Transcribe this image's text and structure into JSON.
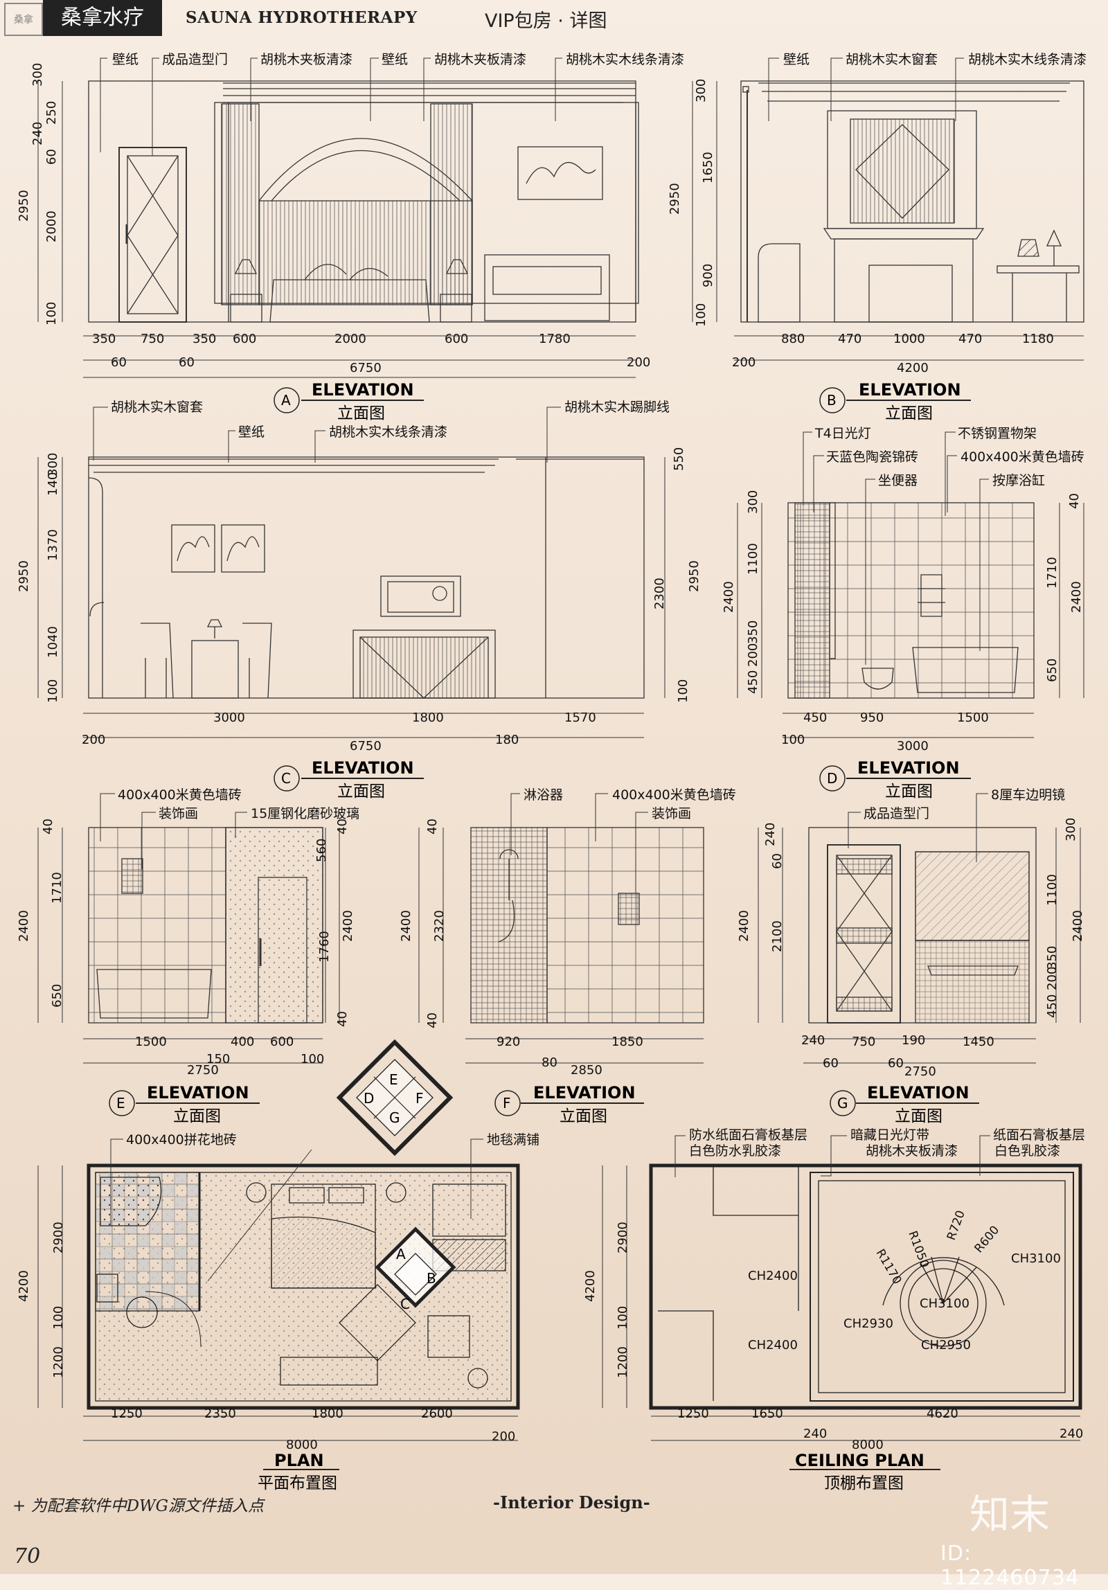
{
  "header": {
    "logo_text": "桑拿",
    "title_cn": "桑拿水疗",
    "title_en": "SAUNA HYDROTHERAPY",
    "room_title": "VIP包房 · 详图"
  },
  "footer": {
    "footnote": "为配套软件中DWG源文件插入点",
    "design": "-Interior Design-",
    "page_number": "70",
    "brand": "知末",
    "id": "ID: 1122460734"
  },
  "views": {
    "A": {
      "letter": "A",
      "en": "ELEVATION",
      "cn": "立面图",
      "labels": [
        "壁纸",
        "成品造型门",
        "胡桃木夹板清漆",
        "壁纸",
        "胡桃木夹板清漆",
        "胡桃木实木线条清漆"
      ],
      "dims_left": [
        "300",
        "250",
        "240",
        "60",
        "2950",
        "2000",
        "100"
      ],
      "dims_bottom": [
        "350",
        "750",
        "350",
        "600",
        "2000",
        "600",
        "1780"
      ],
      "dims_bottom2": [
        "60",
        "60",
        "200"
      ],
      "total": "6750"
    },
    "B": {
      "letter": "B",
      "en": "ELEVATION",
      "cn": "立面图",
      "labels": [
        "壁纸",
        "胡桃木实木窗套",
        "胡桃木实木线条清漆"
      ],
      "dims_left": [
        "300",
        "1650",
        "2950",
        "900",
        "100"
      ],
      "dims_bottom": [
        "880",
        "470",
        "1000",
        "470",
        "1180"
      ],
      "dims_bottom2": [
        "200"
      ],
      "total": "4200"
    },
    "C": {
      "letter": "C",
      "en": "ELEVATION",
      "cn": "立面图",
      "labels": [
        "胡桃木实木窗套",
        "壁纸",
        "胡桃木实木线条清漆",
        "胡桃木实木踢脚线"
      ],
      "dims_left": [
        "300",
        "140",
        "1370",
        "2950",
        "1040",
        "100"
      ],
      "dims_right": [
        "550",
        "2300",
        "2950",
        "100"
      ],
      "dims_bottom": [
        "3000",
        "1800",
        "1570"
      ],
      "dims_bottom2": [
        "200",
        "180"
      ],
      "total": "6750"
    },
    "D": {
      "letter": "D",
      "en": "ELEVATION",
      "cn": "立面图",
      "labels": [
        "T4日光灯",
        "不锈钢置物架",
        "天蓝色陶瓷锦砖",
        "400x400米黄色墙砖",
        "坐便器",
        "按摩浴缸"
      ],
      "dims_left": [
        "300",
        "1100",
        "2400",
        "350",
        "200",
        "450"
      ],
      "dims_right": [
        "40",
        "1710",
        "2400",
        "650"
      ],
      "dims_bottom": [
        "450",
        "950",
        "1500"
      ],
      "dims_bottom2": [
        "100"
      ],
      "total": "3000"
    },
    "E": {
      "letter": "E",
      "en": "ELEVATION",
      "cn": "立面图",
      "labels": [
        "400x400米黄色墙砖",
        "装饰画",
        "15厘钢化磨砂玻璃"
      ],
      "dims_left": [
        "40",
        "1710",
        "2400",
        "650"
      ],
      "dims_right": [
        "40",
        "560",
        "2400",
        "1760",
        "40"
      ],
      "dims_bottom": [
        "1500",
        "400",
        "600"
      ],
      "dims_bottom2": [
        "150",
        "100"
      ],
      "total": "2750"
    },
    "F": {
      "letter": "F",
      "en": "ELEVATION",
      "cn": "立面图",
      "labels": [
        "淋浴器",
        "400x400米黄色墙砖",
        "装饰画"
      ],
      "dims_left": [
        "40",
        "2400",
        "2320",
        "40"
      ],
      "dims_bottom": [
        "920",
        "1850"
      ],
      "dims_bottom2": [
        "80"
      ],
      "total": "2850"
    },
    "G": {
      "letter": "G",
      "en": "ELEVATION",
      "cn": "立面图",
      "labels": [
        "成品造型门",
        "8厘车边明镜"
      ],
      "dims_left": [
        "240",
        "60",
        "2400",
        "2100"
      ],
      "dims_right": [
        "300",
        "1100",
        "2400",
        "350",
        "200",
        "450"
      ],
      "dims_bottom": [
        "240",
        "750",
        "190",
        "1450"
      ],
      "dims_bottom2": [
        "60",
        "60"
      ],
      "total": "2750"
    },
    "plan": {
      "en": "PLAN",
      "cn": "平面布置图",
      "labels": [
        "400x400拼花地砖",
        "地毯满铺"
      ],
      "dims_left": [
        "2900",
        "4200",
        "100",
        "1200"
      ],
      "dims_bottom": [
        "1250",
        "2350",
        "1800",
        "2600"
      ],
      "dims_bottom2": [
        "200"
      ],
      "total": "8000"
    },
    "ceiling": {
      "en": "CEILING PLAN",
      "cn": "顶棚布置图",
      "labels": [
        "防水纸面石膏板基层",
        "白色防水乳胶漆",
        "暗藏日光灯带",
        "胡桃木夹板清漆",
        "纸面石膏板基层",
        "白色乳胶漆"
      ],
      "dims_left": [
        "2900",
        "4200",
        "100",
        "1200"
      ],
      "dims_bottom": [
        "1250",
        "1650",
        "4620"
      ],
      "dims_bottom2": [
        "240",
        "240"
      ],
      "total": "8000",
      "heights": [
        "CH2400",
        "CH2400",
        "CH2930",
        "CH3100",
        "CH2950",
        "CH3100"
      ],
      "radii": [
        "R1170",
        "R1050",
        "R720",
        "R600"
      ]
    }
  },
  "key_plan": {
    "top": [
      "E",
      "D",
      "F",
      "G"
    ],
    "plan": [
      "A",
      "B",
      "C"
    ]
  }
}
